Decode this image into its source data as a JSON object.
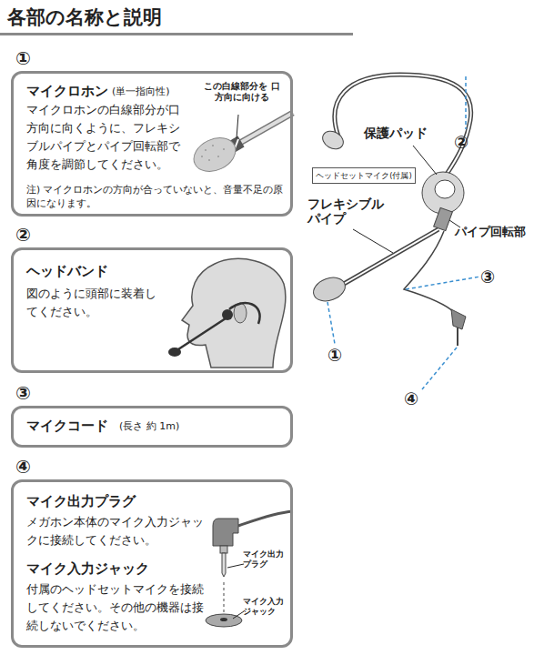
{
  "diagram": {
    "title": "各部の名称と説明",
    "nodes": [
      {
        "text": [
          "①",
          "マイクロホン",
          "(単一指向性)",
          "マイクロホンの白線部分が口方向に向くように、フレキシブルパイプとパイプ回転部で角度を調節してください。",
          "この白線部分を 口方向に向ける",
          "注) マイクロホンの方向が合っていないと、音量不足の原因になります。"
        ]
      },
      {
        "text": [
          "②",
          "ヘッドバンド",
          "図のように頭部に装着してください。"
        ]
      },
      {
        "text": [
          "③",
          "マイクコード",
          "(長さ 約 1m)"
        ]
      },
      {
        "text": [
          "④",
          "マイク出力プラグ",
          "メガホン本体のマイク入力ジャックに接続してください。",
          "マイク入力ジャック",
          "付属のヘッドセットマイクを接続してください。その他の機器は接続しないでください。",
          "マイク出力 プラグ",
          "マイク入力 ジャック"
        ]
      },
      {
        "text": [
          "ヘッドセットマイク(付属)"
        ]
      }
    ],
    "labels": [
      "保護パッド",
      "②",
      "フレキシブル パイプ",
      "パイプ回転部",
      "③",
      "①",
      "④"
    ]
  }
}
